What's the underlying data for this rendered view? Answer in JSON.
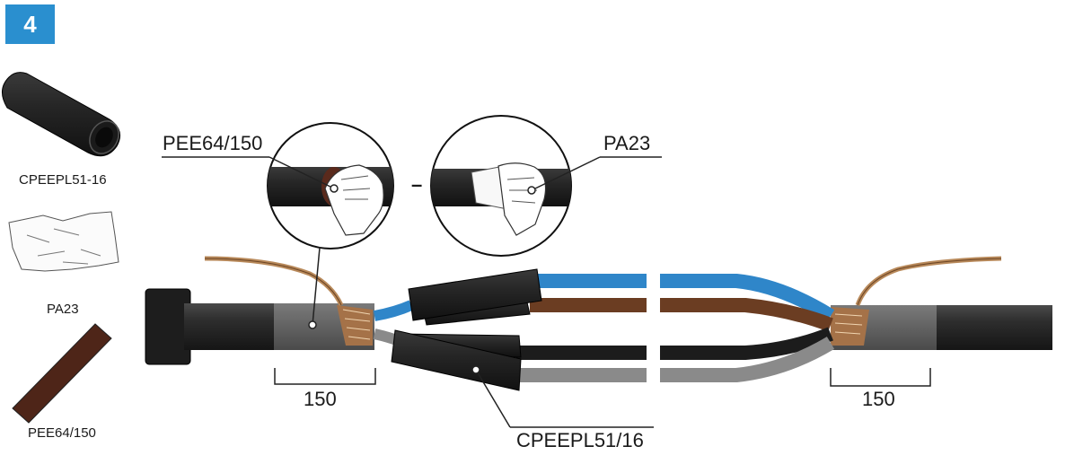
{
  "step": {
    "number": "4"
  },
  "legend": {
    "items": [
      {
        "label": "CPEEPL51-16",
        "icon": "black-sleeve-tube"
      },
      {
        "label": "PA23",
        "icon": "cloth-wipe"
      },
      {
        "label": "PEE64/150",
        "icon": "brown-tape-strip"
      }
    ]
  },
  "callouts": {
    "tape": "PEE64/150",
    "cloth": "PA23",
    "sleeve": "CPEEPL51/16",
    "separator": "–"
  },
  "dimensions": {
    "left": "150",
    "right": "150"
  },
  "colors": {
    "badge": "#2a8fcf",
    "cable_black": "#2b2b2b",
    "wire_blue": "#2f86c9",
    "wire_brown": "#6b3d22",
    "wire_black": "#1c1c1c",
    "wire_grey": "#8a8a8a",
    "tape_brown": "#5a2a1c",
    "shield_copper": "#b8895a"
  }
}
